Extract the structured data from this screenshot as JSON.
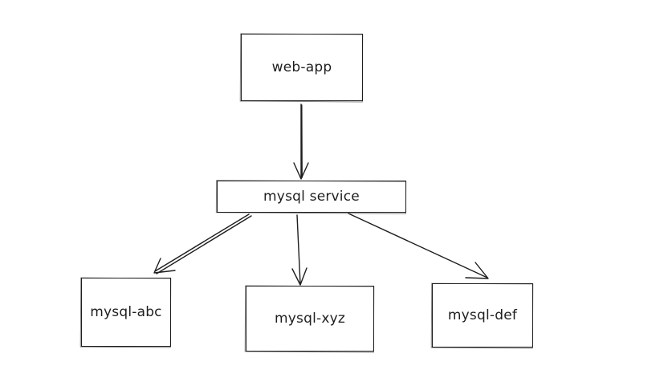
{
  "nodes": {
    "web_app": "web-app",
    "service": "mysql service",
    "abc": "mysql-abc",
    "xyz": "mysql-xyz",
    "def": "mysql-def"
  },
  "edges": [
    {
      "from": "web-app",
      "to": "mysql service"
    },
    {
      "from": "mysql service",
      "to": "mysql-abc"
    },
    {
      "from": "mysql service",
      "to": "mysql-xyz"
    },
    {
      "from": "mysql service",
      "to": "mysql-def"
    }
  ],
  "colors": {
    "stroke": "#1e1e1e",
    "background": "#ffffff"
  }
}
